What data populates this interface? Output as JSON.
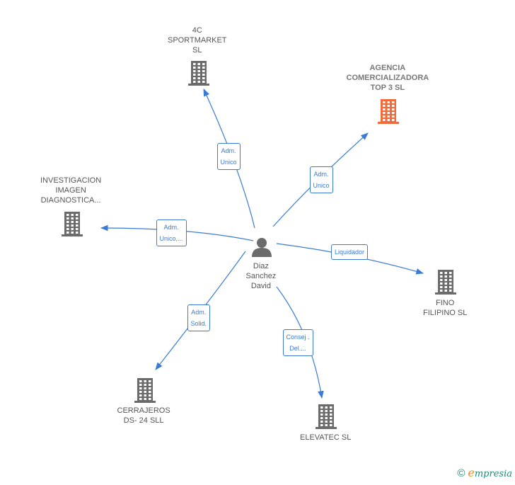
{
  "center": {
    "lines": [
      "Diaz",
      "Sanchez",
      "David"
    ]
  },
  "companies": [
    {
      "id": "sportmarket",
      "lines": [
        "4C",
        "SPORTMARKET",
        "SL"
      ],
      "highlight": false
    },
    {
      "id": "agencia",
      "lines": [
        "AGENCIA",
        "COMERCIALIZADORA",
        "TOP 3  SL"
      ],
      "highlight": true
    },
    {
      "id": "investigacion",
      "lines": [
        "INVESTIGACION",
        "IMAGEN",
        "DIAGNOSTICA..."
      ],
      "highlight": false
    },
    {
      "id": "fino",
      "lines": [
        "FINO",
        "FILIPINO  SL"
      ],
      "highlight": false
    },
    {
      "id": "cerrajeros",
      "lines": [
        "CERRAJEROS",
        "DS- 24 SLL"
      ],
      "highlight": false
    },
    {
      "id": "elevatec",
      "lines": [
        "ELEVATEC  SL"
      ],
      "highlight": false
    }
  ],
  "edges": [
    {
      "target": "sportmarket",
      "lines": [
        "Adm.",
        "Unico"
      ]
    },
    {
      "target": "agencia",
      "lines": [
        "Adm.",
        "Unico"
      ]
    },
    {
      "target": "investigacion",
      "lines": [
        "Adm.",
        "Unico,..."
      ]
    },
    {
      "target": "fino",
      "lines": [
        "Liquidador"
      ]
    },
    {
      "target": "cerrajeros",
      "lines": [
        "Adm.",
        "Solid."
      ]
    },
    {
      "target": "elevatec",
      "lines": [
        "Consej .",
        "Del...."
      ]
    }
  ],
  "colors": {
    "edge": "#3a7bd5",
    "building": "#6b6b6b",
    "building_highlight": "#f26b3a",
    "person": "#6b6b6b"
  },
  "watermark": {
    "copyright": "©",
    "brand_first": "e",
    "brand_rest": "mpresia"
  }
}
